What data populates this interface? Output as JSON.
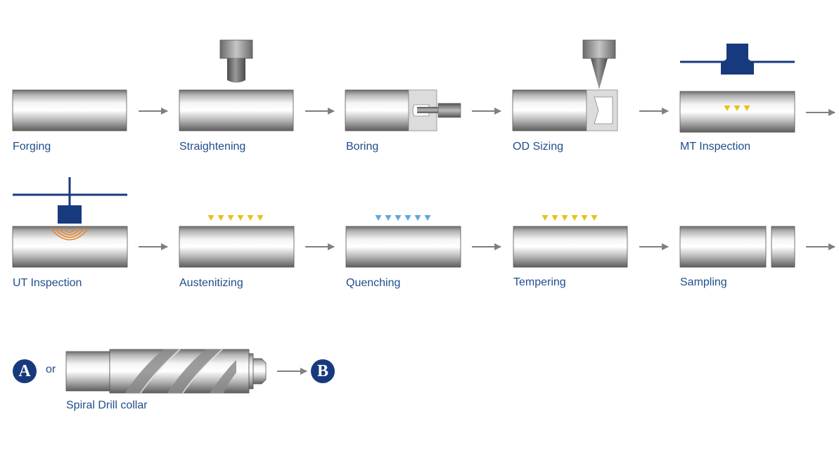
{
  "steps": [
    {
      "label": "Forging"
    },
    {
      "label": "Straightening"
    },
    {
      "label": "Boring"
    },
    {
      "label": "OD Sizing"
    },
    {
      "label": "MT Inspection"
    },
    {
      "label": "UT Inspection"
    },
    {
      "label": "Austenitizing"
    },
    {
      "label": "Quenching"
    },
    {
      "label": "Tempering"
    },
    {
      "label": "Sampling"
    }
  ],
  "final": {
    "marker_a": "A",
    "or_text": "or",
    "marker_b": "B",
    "label": "Spiral Drill collar"
  },
  "colors": {
    "label_text": "#1f4e8c",
    "arrow_gray": "#7f7f7f",
    "inspection_blue": "#173a7e",
    "heat_orange": "#e8862a",
    "heat_yellow": "#e8c21a",
    "quench_blue": "#5aa8e0"
  }
}
